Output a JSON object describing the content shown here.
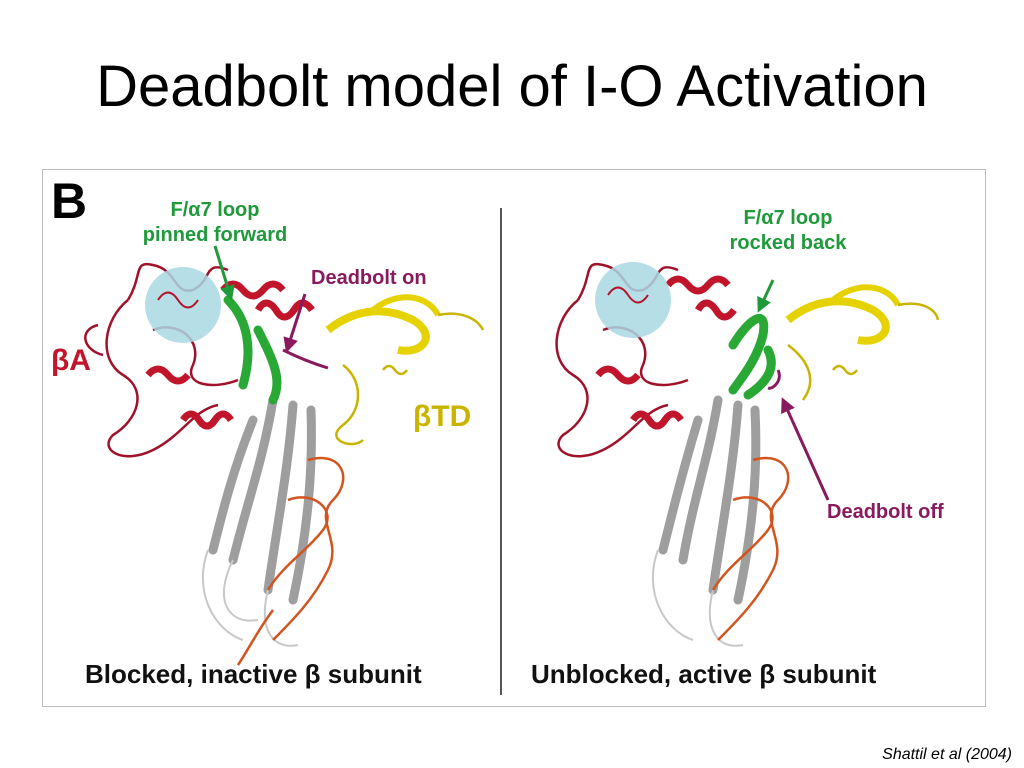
{
  "slide": {
    "title": "Deadbolt model of I-O Activation",
    "citation": "Shattil et al (2004)"
  },
  "figure": {
    "panel_letter": "B",
    "left_panel": {
      "loop_label_line1": "F/α7 loop",
      "loop_label_line2": "pinned forward",
      "deadbolt_label": "Deadbolt on",
      "beta_a_label": "βA",
      "beta_td_label": "βTD",
      "caption": "Blocked, inactive β subunit"
    },
    "right_panel": {
      "loop_label_line1": "F/α7 loop",
      "loop_label_line2": "rocked back",
      "deadbolt_label": "Deadbolt off",
      "caption": "Unblocked, active β subunit"
    },
    "colors": {
      "beta_a_domain": "#b5122b",
      "beta_td_domain": "#e6d200",
      "loop": "#2aa836",
      "deadbolt": "#8a1a5e",
      "hybrid_domain": "#9e9e9e",
      "psi_domain": "#d2541e",
      "binding_site": "#a9d8e3"
    }
  }
}
